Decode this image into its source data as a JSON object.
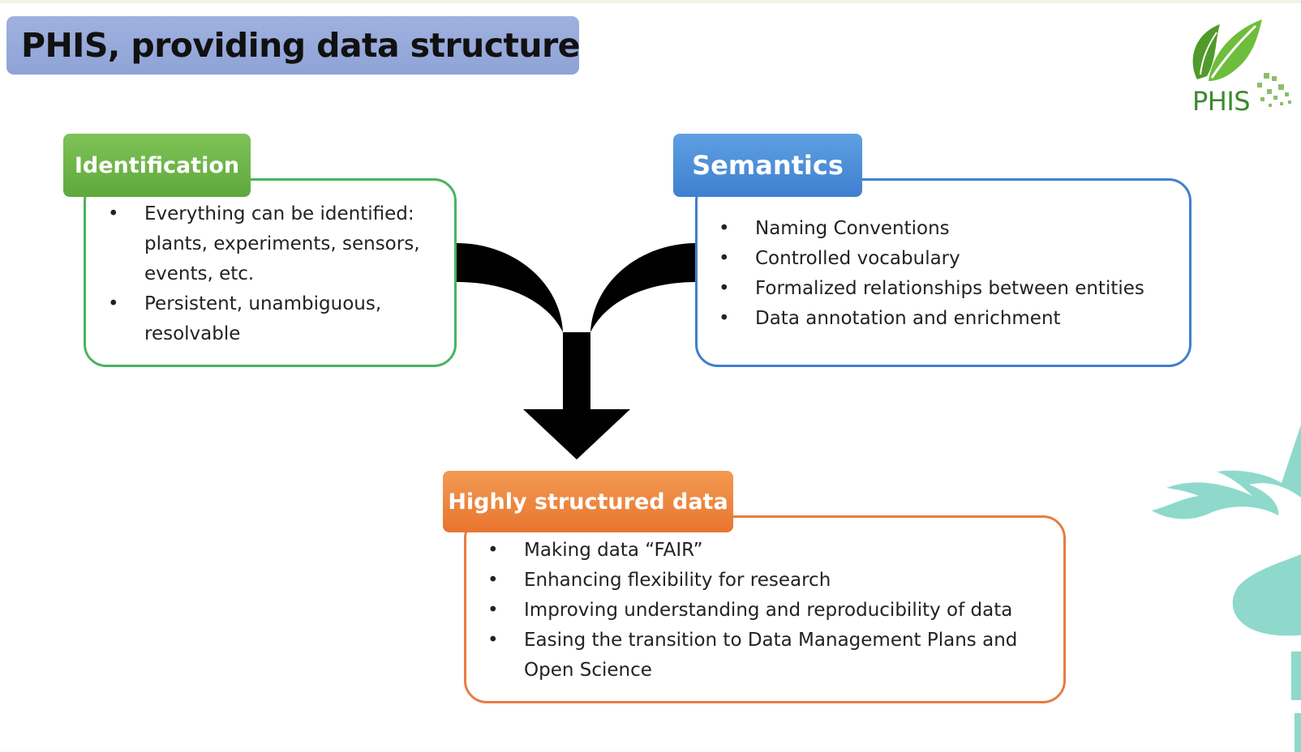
{
  "title": "PHIS, providing data structure",
  "logo": {
    "text": "PHIS",
    "icon": "green-leaf-logo-icon",
    "color": "#3c8a2e"
  },
  "identification": {
    "label": "Identification",
    "color": "#5fa83d",
    "border_color": "#48b45e",
    "items": [
      "Everything can be identified: plants, experiments, sensors, events, etc.",
      "Persistent, unambiguous, resolvable"
    ]
  },
  "semantics": {
    "label": "Semantics",
    "color": "#3f7fcf",
    "items": [
      "Naming Conventions",
      "Controlled vocabulary",
      "Formalized relationships between entities",
      "Data annotation and enrichment"
    ]
  },
  "structured_data": {
    "label": "Highly structured data",
    "color": "#e8752f",
    "items": [
      "Making data “FAIR”",
      "Enhancing flexibility for research",
      "Improving understanding and reproducibility of data",
      "Easing the transition to Data Management Plans and Open Science"
    ]
  },
  "connector": {
    "icon": "merge-arrow-icon",
    "color": "#000000"
  },
  "decoration": {
    "icon": "teal-flame-icon",
    "color": "#8ed9cc"
  }
}
